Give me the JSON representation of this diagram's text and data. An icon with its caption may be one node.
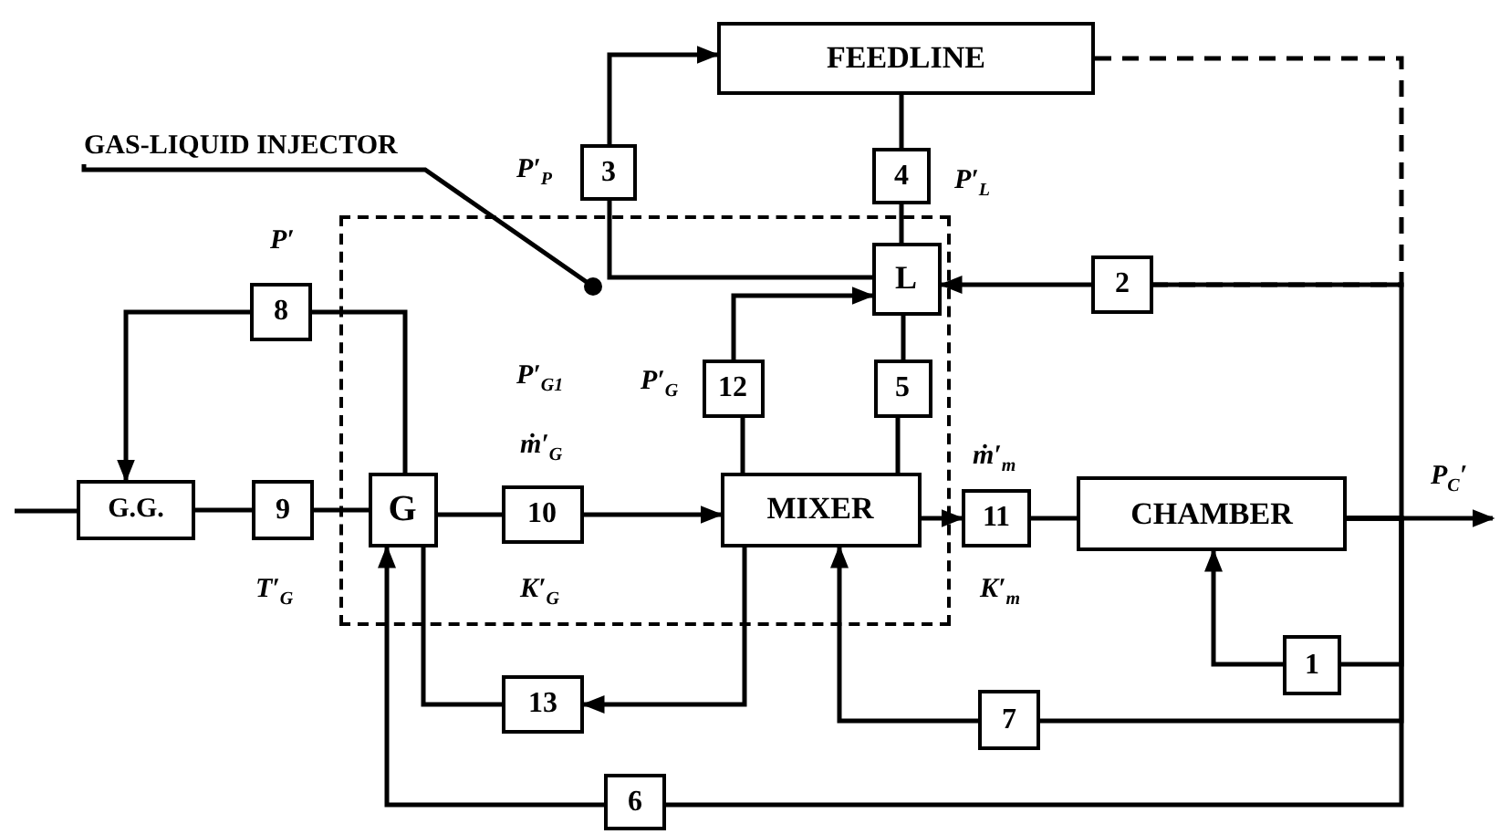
{
  "diagram": {
    "nodes": [
      {
        "text": [
          "GAS-LIQUID INJECTOR"
        ]
      },
      {
        "text": [
          "FEEDLINE"
        ]
      },
      {
        "text": [
          "3"
        ]
      },
      {
        "text": [
          "4"
        ]
      },
      {
        "text": [],
        "shape": "box"
      },
      {
        "text": [
          "L"
        ],
        "in": 4
      },
      {
        "text": [
          "2"
        ]
      },
      {
        "text": [
          "8"
        ]
      },
      {
        "text": [
          "12"
        ],
        "in": 4
      },
      {
        "text": [
          "5"
        ],
        "in": 4
      },
      {
        "text": [
          "G.G."
        ]
      },
      {
        "text": [
          "9"
        ]
      },
      {
        "text": [
          "G"
        ],
        "in": 4
      },
      {
        "text": [
          "10"
        ],
        "in": 4
      },
      {
        "text": [
          "MIXER"
        ],
        "in": 4
      },
      {
        "text": [
          "11"
        ]
      },
      {
        "text": [
          "CHAMBER"
        ]
      },
      {
        "text": [
          "1"
        ]
      },
      {
        "text": [
          "13"
        ]
      },
      {
        "text": [
          "7"
        ]
      },
      {
        "text": [
          "6"
        ]
      }
    ],
    "edges": [
      {
        "from": 0,
        "to": null,
        "arrow": "other"
      },
      {
        "from": 5,
        "to": 2,
        "arrow": "none"
      },
      {
        "from": 2,
        "to": 1,
        "arrow": "to"
      },
      {
        "from": 1,
        "to": 3,
        "arrow": "none"
      },
      {
        "from": 3,
        "to": 5,
        "arrow": "none"
      },
      {
        "from": 6,
        "to": 5,
        "arrow": "to"
      },
      {
        "from": 16,
        "to": 6,
        "arrow": "none"
      },
      {
        "from": 1,
        "to": 6,
        "arrow": "none",
        "style": "dashed"
      },
      {
        "from": 14,
        "to": 8,
        "arrow": "none"
      },
      {
        "from": 8,
        "to": 5,
        "arrow": "to"
      },
      {
        "from": 5,
        "to": 9,
        "arrow": "none"
      },
      {
        "from": 9,
        "to": 14,
        "arrow": "none"
      },
      {
        "from": 12,
        "to": 7,
        "arrow": "none"
      },
      {
        "from": 7,
        "to": 10,
        "arrow": "to"
      },
      {
        "from": null,
        "to": 10,
        "arrow": "none"
      },
      {
        "from": 10,
        "to": 11,
        "arrow": "none"
      },
      {
        "from": 11,
        "to": 12,
        "arrow": "none"
      },
      {
        "from": 12,
        "to": 13,
        "arrow": "none"
      },
      {
        "from": 13,
        "to": 14,
        "arrow": "to"
      },
      {
        "from": 14,
        "to": 15,
        "arrow": "to"
      },
      {
        "from": 15,
        "to": 16,
        "arrow": "none"
      },
      {
        "from": 16,
        "to": null,
        "arrow": "to"
      },
      {
        "from": 16,
        "to": 17,
        "arrow": "none"
      },
      {
        "from": 17,
        "to": 16,
        "arrow": "to"
      },
      {
        "from": 16,
        "to": 19,
        "arrow": "none"
      },
      {
        "from": 19,
        "to": 14,
        "arrow": "to"
      },
      {
        "from": 14,
        "to": 18,
        "arrow": "to"
      },
      {
        "from": 18,
        "to": 12,
        "arrow": "none"
      },
      {
        "from": 16,
        "to": 20,
        "arrow": "none"
      },
      {
        "from": 20,
        "to": 12,
        "arrow": "to"
      }
    ],
    "labels": [
      "P′$_{P}$",
      "P′$_{L}$",
      "P′",
      "P′$_{G1}$",
      "P′$_{G}$",
      "ṁ′$_{G}$",
      "T′$_{G}$",
      "K′$_{G}$",
      "ṁ′$_{m}$",
      "K′$_{m}$",
      "P$_{C}$′"
    ]
  }
}
